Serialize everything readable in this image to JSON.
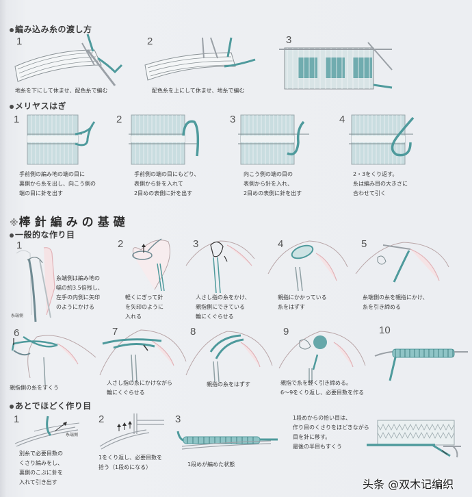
{
  "colors": {
    "background": "#eceef2",
    "yarn_teal": "#4e9a9c",
    "yarn_light": "#8fc4c6",
    "hand_pink": "#e2b3b8",
    "line_gray": "#9aa0a6"
  },
  "section_intarsia": {
    "title": "編み込み糸の渡し方",
    "steps": [
      {
        "num": "1",
        "caption": "地糸を下にして休ませ、配色糸で編む"
      },
      {
        "num": "2",
        "caption": "配色糸を上にして休ませ、地糸で編む"
      },
      {
        "num": "3",
        "caption": ""
      }
    ]
  },
  "section_grafting": {
    "title": "メリヤスはぎ",
    "steps": [
      {
        "num": "1",
        "lines": [
          "手前側の編み地の端の目に",
          "裏側から糸を出し、向こう側の",
          "端の目に針を出す"
        ]
      },
      {
        "num": "2",
        "lines": [
          "手前側の端の目にもどり、",
          "表側から針を入れて",
          "2目めの表側に針を出す"
        ]
      },
      {
        "num": "3",
        "lines": [
          "向こう側の端の目の",
          "表側から針を入れ、",
          "2目めの表側に針を出す"
        ]
      },
      {
        "num": "4",
        "lines": [
          "2・3をくり返す。",
          "糸は編み目の大きさに",
          "合わせて引く"
        ]
      }
    ]
  },
  "main_title": {
    "mark": "※",
    "text": "棒針編みの基礎"
  },
  "section_cast_on": {
    "title": "一般的な作り目",
    "steps": [
      {
        "num": "1",
        "lines": [
          "糸端側は編み地の",
          "幅の約3.5倍残し、",
          "左手の内側に矢印",
          "のようにかける"
        ],
        "label": "糸端側"
      },
      {
        "num": "2",
        "lines": [
          "軽くにぎって針",
          "を矢印のように",
          "入れる"
        ]
      },
      {
        "num": "3",
        "lines": [
          "人さし指の糸をかけ、",
          "親指側にできている",
          "輪にくぐらせる"
        ]
      },
      {
        "num": "4",
        "lines": [
          "親指にかかっている",
          "糸をはずす"
        ]
      },
      {
        "num": "5",
        "lines": [
          "糸端側の糸を親指にかけ、",
          "糸を引き締める"
        ]
      },
      {
        "num": "6",
        "lines": [
          "親指側の糸をすくう"
        ]
      },
      {
        "num": "7",
        "lines": [
          "人さし指の糸にかけながら",
          "輪にくぐらせる"
        ]
      },
      {
        "num": "8",
        "lines": [
          "親指の糸をはずす"
        ]
      },
      {
        "num": "9",
        "lines": [
          "親指で糸を軽く引き締める。",
          "6〜9をくり返し、必要目数を作る"
        ]
      },
      {
        "num": "10",
        "lines": []
      }
    ]
  },
  "section_provisional": {
    "title": "あとでほどく作り目",
    "steps": [
      {
        "num": "1",
        "lines": [
          "別糸で必要目数の",
          "くさり編みをし、",
          "裏側のこぶに針を",
          "入れて引き出す"
        ],
        "label": "糸端側"
      },
      {
        "num": "2",
        "lines": [
          "1をくり返し、必要目数を",
          "拾う（1段めになる）"
        ]
      },
      {
        "num": "3",
        "lines": [
          "1段めが編めた状態"
        ]
      },
      {
        "num": "",
        "lines": [
          "1段めからの拾い目は、",
          "作り目のくさりをほどきながら",
          "目を針に移す。",
          "最後の半目もすくう"
        ]
      }
    ]
  },
  "watermark": "头条 @双木记编织"
}
